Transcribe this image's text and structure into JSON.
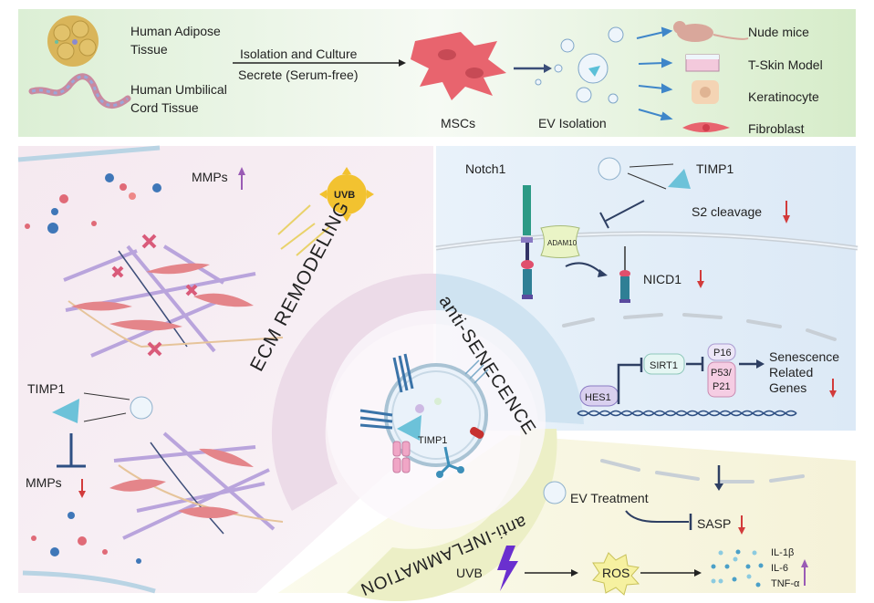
{
  "top_panel": {
    "sources": [
      "Human Adipose",
      "Tissue",
      "Human Umbilical",
      "Cord Tissue"
    ],
    "arrow_top_label": "Isolation and Culture",
    "arrow_bottom_label": "Secrete (Serum-free)",
    "cells_label": "MSCs",
    "ev_label": "EV Isolation",
    "targets": [
      "Nude mice",
      "T-Skin Model",
      "Keratinocyte",
      "Fibroblast"
    ]
  },
  "ecm_panel": {
    "title": "ECM REMODELING",
    "mmps_up": "MMPs",
    "uvb": "UVB",
    "timp1": "TIMP1",
    "mmps_down": "MMPs"
  },
  "senescence_panel": {
    "title": "anti-SENECENCE",
    "notch1": "Notch1",
    "timp1": "TIMP1",
    "adam10": "ADAM10",
    "s2": "S2 cleavage",
    "nicd1": "NICD1",
    "hes1": "HES1",
    "sirt1": "SIRT1",
    "p16": "P16",
    "p53": "P53/",
    "p21": "P21",
    "genes": [
      "Senescence",
      "Related",
      "Genes"
    ]
  },
  "inflammation_panel": {
    "title": "anti-INFLAMMATION",
    "ev_treatment": "EV Treatment",
    "sasp": "SASP",
    "uvb": "UVB",
    "ros": "ROS",
    "cytokines": [
      "IL-1β",
      "IL-6",
      "TNF-α"
    ]
  },
  "center": {
    "timp1": "TIMP1"
  },
  "colors": {
    "top_bg": "#e3f1dc",
    "ecm_bg": "#f6eef3",
    "sen_bg": "#e2eef8",
    "inf_bg": "#f8f7e2",
    "down_arrow": "#d23b3b",
    "up_arrow": "#9a5bb5",
    "inhibit": "#2e3f63"
  }
}
